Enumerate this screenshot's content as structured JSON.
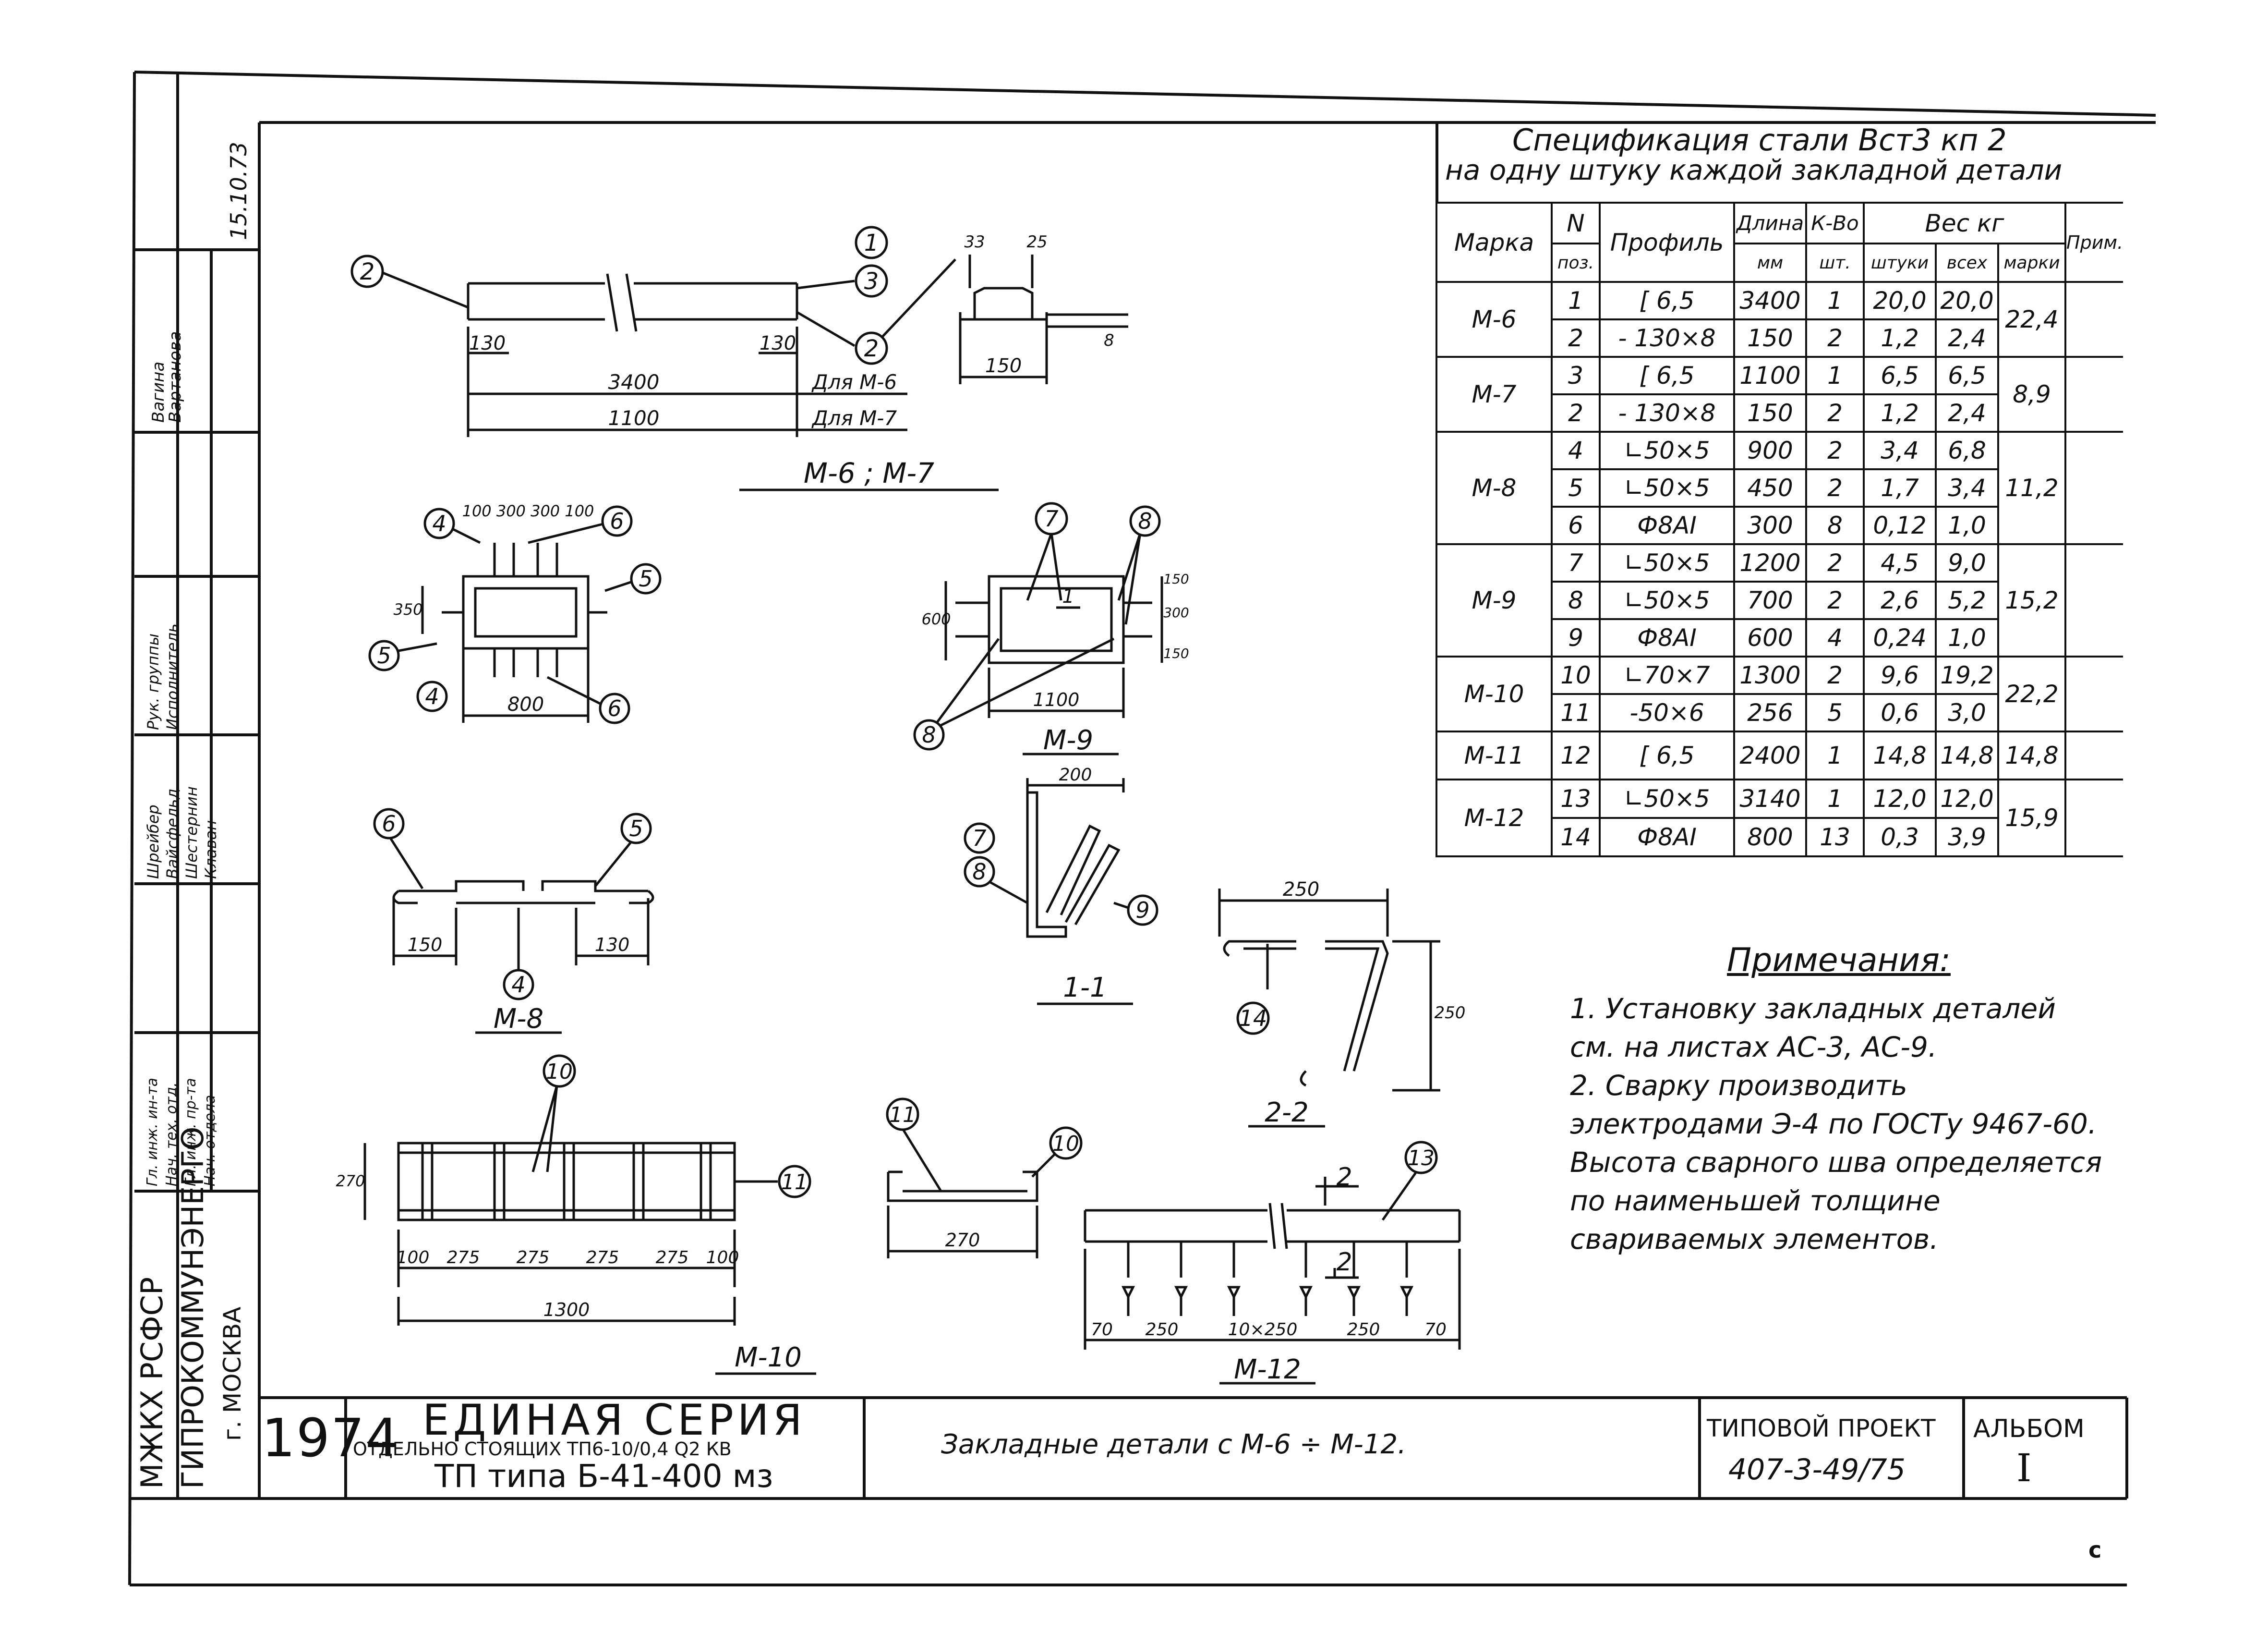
{
  "spec": {
    "title_line1": "Спецификация   стали  Вст3 кп 2",
    "title_line2": "на  одну  штуку  каждой  закладной детали",
    "headers": {
      "mark": "Марка",
      "pos1": "N",
      "pos2": "поз.",
      "profile": "Профиль",
      "length1": "Длина",
      "length2": "мм",
      "qty1": "К-Во",
      "qty2": "шт.",
      "weight": "Вес  кг",
      "w_piece": "штуки",
      "w_all": "всех",
      "w_mark": "марки",
      "note": "Прим."
    },
    "groups": [
      {
        "mark": "М-6",
        "total": "22,4",
        "rows": [
          {
            "pos": "1",
            "profile": "[ 6,5",
            "length": "3400",
            "qty": "1",
            "piece": "20,0",
            "all": "20,0"
          },
          {
            "pos": "2",
            "profile": "- 130×8",
            "length": "150",
            "qty": "2",
            "piece": "1,2",
            "all": "2,4"
          }
        ]
      },
      {
        "mark": "М-7",
        "total": "8,9",
        "rows": [
          {
            "pos": "3",
            "profile": "[ 6,5",
            "length": "1100",
            "qty": "1",
            "piece": "6,5",
            "all": "6,5"
          },
          {
            "pos": "2",
            "profile": "- 130×8",
            "length": "150",
            "qty": "2",
            "piece": "1,2",
            "all": "2,4"
          }
        ]
      },
      {
        "mark": "М-8",
        "total": "11,2",
        "rows": [
          {
            "pos": "4",
            "profile": "∟50×5",
            "length": "900",
            "qty": "2",
            "piece": "3,4",
            "all": "6,8"
          },
          {
            "pos": "5",
            "profile": "∟50×5",
            "length": "450",
            "qty": "2",
            "piece": "1,7",
            "all": "3,4"
          },
          {
            "pos": "6",
            "profile": "Ф8АI",
            "length": "300",
            "qty": "8",
            "piece": "0,12",
            "all": "1,0"
          }
        ]
      },
      {
        "mark": "М-9",
        "total": "15,2",
        "rows": [
          {
            "pos": "7",
            "profile": "∟50×5",
            "length": "1200",
            "qty": "2",
            "piece": "4,5",
            "all": "9,0"
          },
          {
            "pos": "8",
            "profile": "∟50×5",
            "length": "700",
            "qty": "2",
            "piece": "2,6",
            "all": "5,2"
          },
          {
            "pos": "9",
            "profile": "Ф8АI",
            "length": "600",
            "qty": "4",
            "piece": "0,24",
            "all": "1,0"
          }
        ]
      },
      {
        "mark": "М-10",
        "total": "22,2",
        "rows": [
          {
            "pos": "10",
            "profile": "∟70×7",
            "length": "1300",
            "qty": "2",
            "piece": "9,6",
            "all": "19,2"
          },
          {
            "pos": "11",
            "profile": "-50×6",
            "length": "256",
            "qty": "5",
            "piece": "0,6",
            "all": "3,0"
          }
        ]
      },
      {
        "mark": "М-11",
        "total": "14,8",
        "rows": [
          {
            "pos": "12",
            "profile": "[ 6,5",
            "length": "2400",
            "qty": "1",
            "piece": "14,8",
            "all": "14,8"
          }
        ]
      },
      {
        "mark": "М-12",
        "total": "15,9",
        "rows": [
          {
            "pos": "13",
            "profile": "∟50×5",
            "length": "3140",
            "qty": "1",
            "piece": "12,0",
            "all": "12,0"
          },
          {
            "pos": "14",
            "profile": "Ф8АI",
            "length": "800",
            "qty": "13",
            "piece": "0,3",
            "all": "3,9"
          }
        ]
      }
    ]
  },
  "notes": {
    "title": "Примечания:",
    "items": [
      "1. Установку закладных деталей см. на листах АС-3, АС-9.",
      "2. Сварку производить электродами Э-4 по ГОСТу 9467-60. Высота сварного шва определяется по наименьшей толщине свариваемых элементов."
    ]
  },
  "drawings": {
    "m6m7": {
      "caption": "М-6 ; М-7",
      "dim_130a": "130",
      "dim_130b": "130",
      "dim_3400": "3400",
      "dim_1100": "1100",
      "for_m6": "Для М-6",
      "for_m7": "Для М-7",
      "dim_33": "33",
      "dim_25": "25",
      "dim_150": "150",
      "dim_8": "8",
      "c1": "1",
      "c2": "2",
      "c3": "3",
      "c2b": "2",
      "c2c": "2"
    },
    "m8": {
      "caption": "М-8",
      "dims_top": "100 300 300 100",
      "dim_350": "350",
      "dim_800": "800",
      "dim_150": "150",
      "dim_130": "130",
      "c4a": "4",
      "c6a": "6",
      "c5a": "5",
      "c5b": "5",
      "c4b": "4",
      "c6b": "6",
      "c6c": "6",
      "c5c": "5",
      "c4c": "4"
    },
    "m9": {
      "caption": "М-9",
      "dim_600": "600",
      "dim_1100": "1100",
      "dim_150a": "150",
      "dim_300": "300",
      "dim_150b": "150",
      "label_1": "1",
      "c7": "7",
      "c8a": "8",
      "c8b": "8"
    },
    "s11": {
      "caption": "1-1",
      "dim_200": "200",
      "c7": "7",
      "c8": "8",
      "c9": "9"
    },
    "s22": {
      "caption": "2-2",
      "dim_250a": "250",
      "dim_250b": "250",
      "c14": "14"
    },
    "m10": {
      "caption": "М-10",
      "dim_270": "270",
      "dims_bottom": [
        "100",
        "275",
        "275",
        "275",
        "275",
        "100"
      ],
      "dim_1300": "1300",
      "c10": "10",
      "c11": "11"
    },
    "m11": {
      "dim_270": "270",
      "c11": "11",
      "c10": "10"
    },
    "m12": {
      "caption": "М-12",
      "dims_bottom": [
        "70",
        "250",
        "10×250",
        "250",
        "70"
      ],
      "c13": "13",
      "cut": "2"
    }
  },
  "side": {
    "date": "15.10.73",
    "roles": [
      "Гл. инж. ин-та",
      "Нач. тех. отд.",
      "Гл. инж. пр-та",
      "Нач. отдела",
      "Рук. группы",
      "Исполнитель"
    ],
    "names": [
      "Шрейбер",
      "Вайсфельд",
      "Шестернин",
      "Клаван",
      "Вагина",
      "Вартанова"
    ],
    "org1": "МЖКХ РСФСР",
    "org2": "ГИПРОКОММУНЭНЕРГО",
    "org3": "г. МОСКВА"
  },
  "stamp": {
    "year": "1974",
    "series_title": "ЕДИНАЯ  СЕРИЯ",
    "series_sub": "ОТДЕЛЬНО СТОЯЩИХ ТП6-10/0,4 Q2 КВ",
    "tp_type": "ТП типа  Б-41-400 мз",
    "sheet_title": "Закладные   детали   с  М-6 ÷ М-12.",
    "project_label": "ТИПОВОЙ ПРОЕКТ",
    "project_no": "407-3-49/75",
    "album_label": "АЛЬБОМ",
    "album_no": "I",
    "corner": "с"
  }
}
